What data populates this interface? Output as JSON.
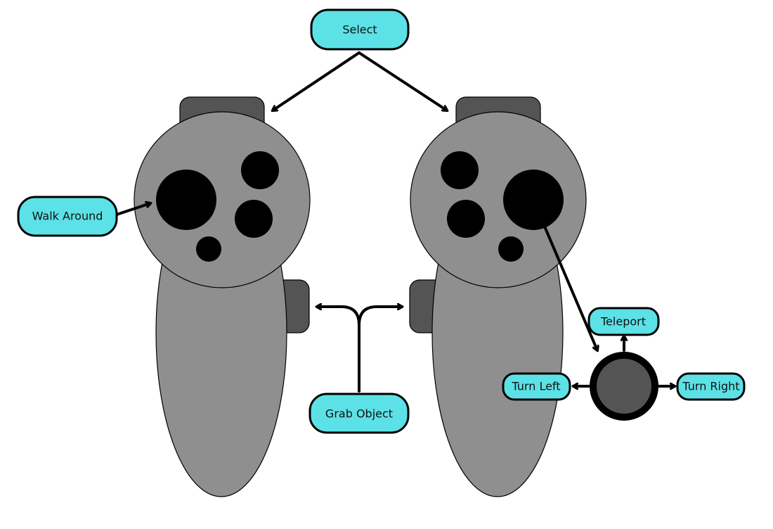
{
  "labels": {
    "select": "Select",
    "walk_around": "Walk Around",
    "grab_object": "Grab Object",
    "teleport": "Teleport",
    "turn_left": "Turn Left",
    "turn_right": "Turn Right"
  },
  "colors": {
    "label_fill": "#5ce1e6",
    "controller_body": "#8f8f8f",
    "controller_dark": "#545454",
    "button": "#000000",
    "thumbstick": "#545454",
    "background": "#ffffff"
  }
}
